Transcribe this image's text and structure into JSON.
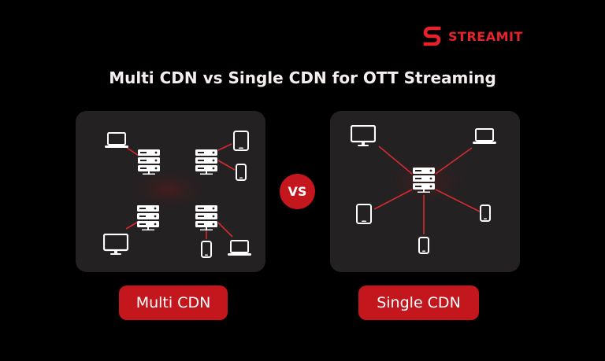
{
  "brand": {
    "name": "STREAMIT",
    "logo_icon": "streamit-s-logo-icon",
    "color": "#e8222b"
  },
  "title": "Multi CDN vs Single CDN for OTT Streaming",
  "vs_label": "VS",
  "colors": {
    "accent": "#c4161d",
    "panel_bg": "#232122",
    "link": "#d52b30",
    "device": "#ffffff"
  },
  "diagrams": {
    "multi": {
      "label": "Multi CDN",
      "servers": 4,
      "devices": [
        "laptop-icon",
        "tablet-icon",
        "phone-icon",
        "monitor-icon",
        "phone-icon",
        "laptop-icon"
      ]
    },
    "single": {
      "label": "Single CDN",
      "servers": 1,
      "devices": [
        "monitor-icon",
        "laptop-icon",
        "tablet-icon",
        "phone-icon",
        "phone-icon"
      ]
    }
  }
}
